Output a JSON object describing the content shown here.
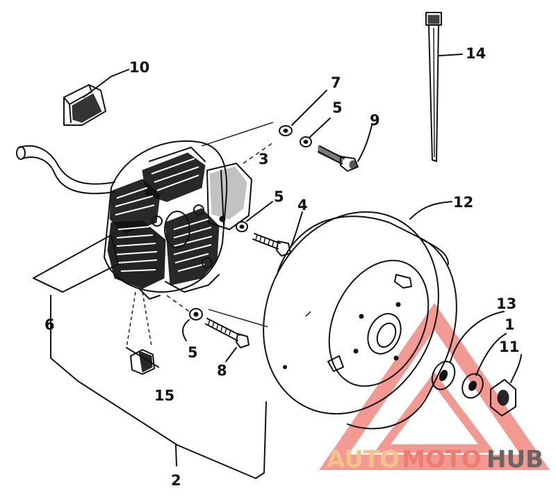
{
  "callouts": {
    "c1": "1",
    "c2": "2",
    "c3": "3",
    "c4": "4",
    "c5a": "5",
    "c5b": "5",
    "c5c": "5",
    "c6": "6",
    "c7": "7",
    "c8": "8",
    "c9": "9",
    "c10": "10",
    "c11": "11",
    "c12": "12",
    "c13": "13",
    "c14": "14",
    "c15": "15"
  },
  "watermark": {
    "part1": "AUTO",
    "part2": "MOTO",
    "part3": "HUB",
    "color_light": "#f2c48a",
    "color_mid": "#ee7d6f",
    "color_dark": "#666666",
    "triangle_color": "#e8473a"
  }
}
